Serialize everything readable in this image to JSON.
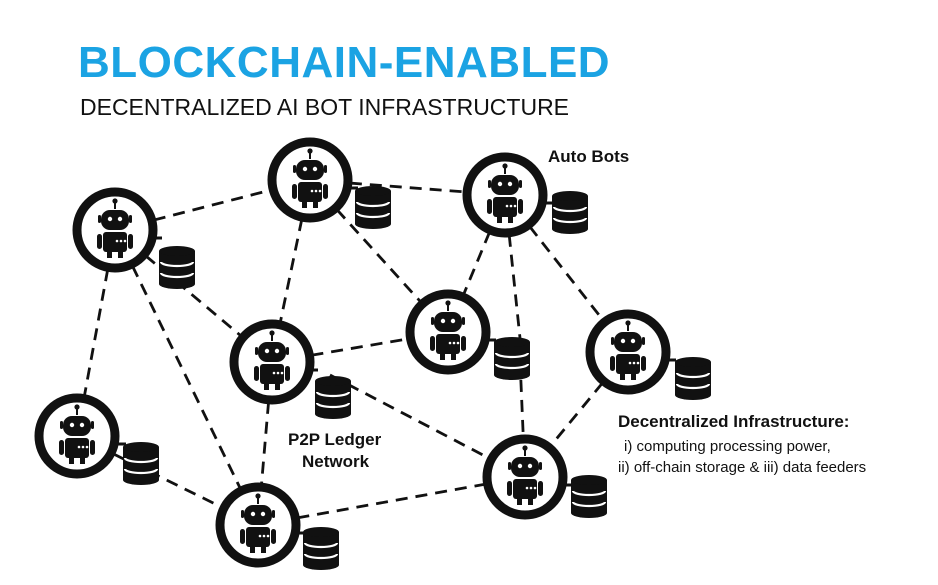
{
  "title": "BLOCKCHAIN-ENABLED",
  "subtitle": "DECENTRALIZED AI BOT INFRASTRUCTURE",
  "labels": {
    "auto_bots": "Auto Bots",
    "p2p_line1": "P2P Ledger",
    "p2p_line2": "Network",
    "infra_title": "Decentralized Infrastructure:",
    "infra_line1": "i) computing processing power,",
    "infra_line2": "ii) off-chain storage & iii) data feeders"
  },
  "colors": {
    "accent": "#1ba3e3",
    "ink": "#111111"
  },
  "icons": {
    "node": "robot-icon",
    "storage": "database-icon"
  }
}
